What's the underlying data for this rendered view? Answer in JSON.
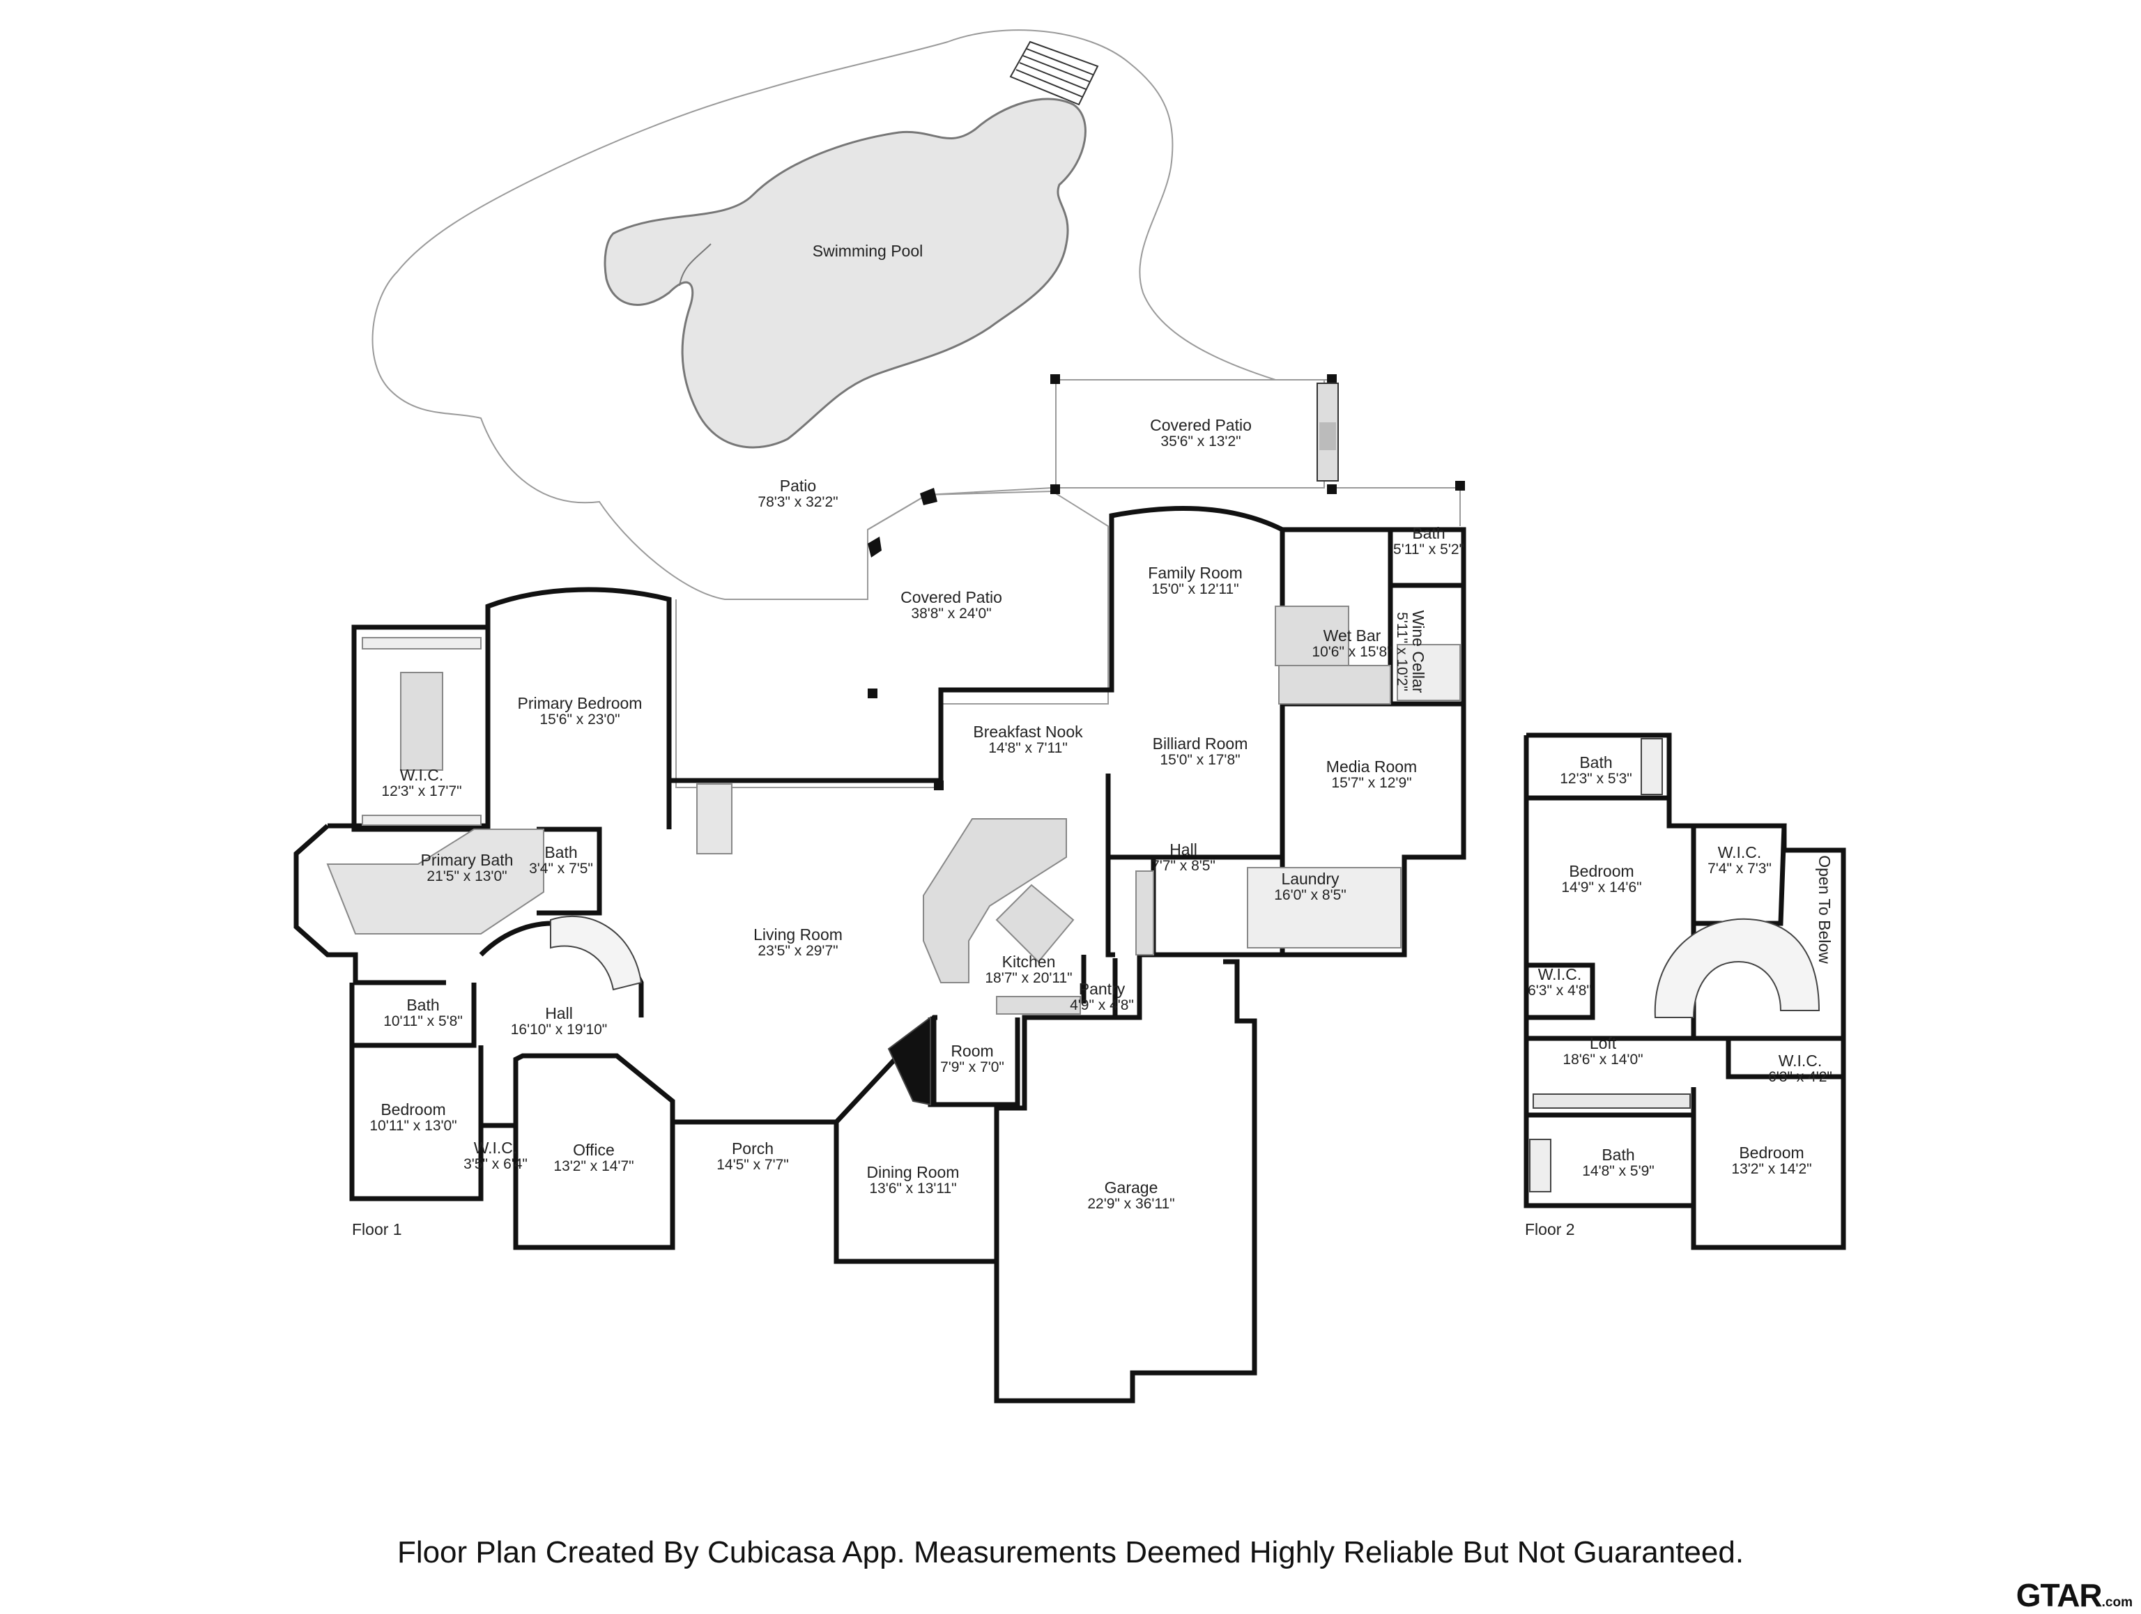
{
  "rooms": [
    {
      "id": "swimming-pool",
      "name": "Swimming Pool",
      "dims": ""
    },
    {
      "id": "patio",
      "name": "Patio",
      "dims": "78'3\" x 32'2\""
    },
    {
      "id": "covered-patio-east",
      "name": "Covered Patio",
      "dims": "35'6\" x 13'2\""
    },
    {
      "id": "covered-patio",
      "name": "Covered Patio",
      "dims": "38'8\" x 24'0\""
    },
    {
      "id": "bath-wetbar",
      "name": "Bath",
      "dims": "5'11\" x 5'2\""
    },
    {
      "id": "family-room",
      "name": "Family Room",
      "dims": "15'0\" x 12'11\""
    },
    {
      "id": "wet-bar",
      "name": "Wet Bar",
      "dims": "10'6\" x 15'8\""
    },
    {
      "id": "wine-cellar",
      "name": "Wine Cellar",
      "dims": "5'11\" x 10'2\""
    },
    {
      "id": "primary-bedroom",
      "name": "Primary Bedroom",
      "dims": "15'6\" x 23'0\""
    },
    {
      "id": "wic-primary",
      "name": "W.I.C.",
      "dims": "12'3\" x 17'7\""
    },
    {
      "id": "breakfast-nook",
      "name": "Breakfast Nook",
      "dims": "14'8\" x 7'11\""
    },
    {
      "id": "billiard-room",
      "name": "Billiard Room",
      "dims": "15'0\" x 17'8\""
    },
    {
      "id": "media-room",
      "name": "Media Room",
      "dims": "15'7\" x 12'9\""
    },
    {
      "id": "primary-bath",
      "name": "Primary Bath",
      "dims": "21'5\" x 13'0\""
    },
    {
      "id": "bath-primary-small",
      "name": "Bath",
      "dims": "3'4\" x 7'5\""
    },
    {
      "id": "hall-east",
      "name": "Hall",
      "dims": "7'7\" x 8'5\""
    },
    {
      "id": "laundry",
      "name": "Laundry",
      "dims": "16'0\" x 8'5\""
    },
    {
      "id": "living-room",
      "name": "Living Room",
      "dims": "23'5\" x 29'7\""
    },
    {
      "id": "kitchen",
      "name": "Kitchen",
      "dims": "18'7\" x 20'11\""
    },
    {
      "id": "pantry",
      "name": "Pantry",
      "dims": "4'9\" x 4'8\""
    },
    {
      "id": "bath-hall",
      "name": "Bath",
      "dims": "10'11\" x 5'8\""
    },
    {
      "id": "hall-main",
      "name": "Hall",
      "dims": "16'10\" x 19'10\""
    },
    {
      "id": "room-small",
      "name": "Room",
      "dims": "7'9\" x 7'0\""
    },
    {
      "id": "bedroom-f1",
      "name": "Bedroom",
      "dims": "10'11\" x 13'0\""
    },
    {
      "id": "wic-f1",
      "name": "W.I.C.",
      "dims": "3'5\" x 6'4\""
    },
    {
      "id": "office",
      "name": "Office",
      "dims": "13'2\" x 14'7\""
    },
    {
      "id": "porch",
      "name": "Porch",
      "dims": "14'5\" x 7'7\""
    },
    {
      "id": "dining-room",
      "name": "Dining Room",
      "dims": "13'6\" x 13'11\""
    },
    {
      "id": "garage",
      "name": "Garage",
      "dims": "22'9\" x 36'11\""
    },
    {
      "id": "bath-f2-top",
      "name": "Bath",
      "dims": "12'3\" x 5'3\""
    },
    {
      "id": "bedroom-f2-a",
      "name": "Bedroom",
      "dims": "14'9\" x 14'6\""
    },
    {
      "id": "wic-f2-a",
      "name": "W.I.C.",
      "dims": "7'4\" x 7'3\""
    },
    {
      "id": "open-to-below",
      "name": "Open To Below",
      "dims": ""
    },
    {
      "id": "wic-f2-b",
      "name": "W.I.C.",
      "dims": "6'3\" x 4'8\""
    },
    {
      "id": "loft",
      "name": "Loft",
      "dims": "18'6\" x 14'0\""
    },
    {
      "id": "wic-f2-c",
      "name": "W.I.C.",
      "dims": "6'3\" x 4'2\""
    },
    {
      "id": "bath-f2-bottom",
      "name": "Bath",
      "dims": "14'8\" x 5'9\""
    },
    {
      "id": "bedroom-f2-b",
      "name": "Bedroom",
      "dims": "13'2\" x 14'2\""
    }
  ],
  "floors": {
    "floor1": "Floor 1",
    "floor2": "Floor 2"
  },
  "footer": {
    "disclaimer": "Floor Plan Created By Cubicasa App. Measurements Deemed Highly Reliable But Not Guaranteed."
  },
  "brand": {
    "name": "GTAR",
    "tld": ".com"
  },
  "colors": {
    "wall": "#111111",
    "pool": "#e6e6e6",
    "fixture": "#dddddd",
    "outline": "#999999"
  }
}
